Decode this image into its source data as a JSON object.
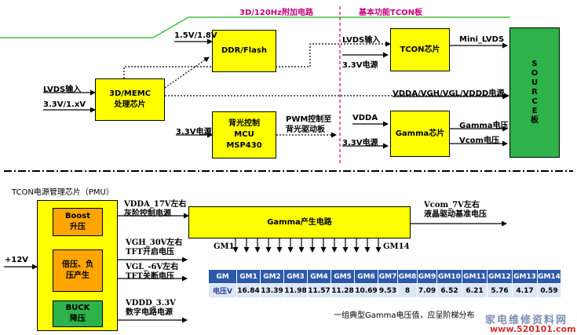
{
  "sections": {
    "ext": "3D/120Hz附加电路",
    "base": "基本功能TCON板",
    "pmu": "TCON电源管理芯片（PMU）"
  },
  "blocks": {
    "memc": [
      "3D/MEMC",
      "处理芯片"
    ],
    "ddr": "DDR/Flash",
    "mcu": [
      "背光控制",
      "MCU",
      "MSP430"
    ],
    "tcon": "TCON芯片",
    "gamma_chip": "Gamma芯片",
    "source": [
      "S",
      "O",
      "U",
      "R",
      "C",
      "E",
      "板"
    ],
    "boost": [
      "Boost",
      "升压"
    ],
    "charge": [
      "倍压、负",
      "压产生"
    ],
    "buck": [
      "BUCK",
      "降压"
    ],
    "gamma_circuit": "Gamma产生电路"
  },
  "signals": {
    "lvds_in_left": "LVDS输入",
    "v33_1x": "3.3V/1.xV",
    "v15_18": "1.5V/1.8V",
    "v33_mcu": "3.3V电源",
    "pwm": [
      "PWM控制至",
      "背光驱动板"
    ],
    "lvds_in_right": "LVDS输入",
    "v33_tcon": "3.3V电源",
    "mini_lvds": "Mini_LVDS",
    "vdda_rails": "VDDA/VGH/VGL/VDDD电源",
    "vdda": "VDDA",
    "v33_gamma": "3.3V电源",
    "gamma_v": "Gamma电压",
    "vcom_v": "Vcom电压",
    "v12": "+12V",
    "vdda17": [
      "VDDA_17V左右",
      "灰阶控制电源"
    ],
    "vgh": [
      "VGH_30V左右",
      "TFT开启电压"
    ],
    "vgl": [
      "VGL_-6V左右",
      "TFT关断电压"
    ],
    "vddd": [
      "VDDD_3.3V",
      "数字电路电源"
    ],
    "vcom7": [
      "Vcom_7V左右",
      "液晶驱动基准电压"
    ],
    "gm1": "GM1",
    "gm14": "GM14"
  },
  "table": {
    "headers": [
      "GM",
      "GM1",
      "GM2",
      "GM3",
      "GM4",
      "GM5",
      "GM6",
      "GM7",
      "GM8",
      "GM9",
      "GM10",
      "GM11",
      "GM12",
      "GM13",
      "GM14"
    ],
    "row": [
      "电压V",
      "16.84",
      "13.39",
      "11.98",
      "11.57",
      "11.28",
      "10.69",
      "9.53",
      "8",
      "7.09",
      "6.52",
      "6.21",
      "5.76",
      "4.17",
      "0.59"
    ],
    "caption": "一组典型Gamma电压值，应呈阶梯分布"
  },
  "watermark": {
    "text": "家电维修资料网",
    "url": "www.520101.com"
  },
  "colors": {
    "yellow": "#ffff00",
    "orange": "#ffa500",
    "green": "#2db34a",
    "magenta": "#c8007a",
    "table_header": "#2d5aa8",
    "table_row": "#dbe6f4"
  }
}
